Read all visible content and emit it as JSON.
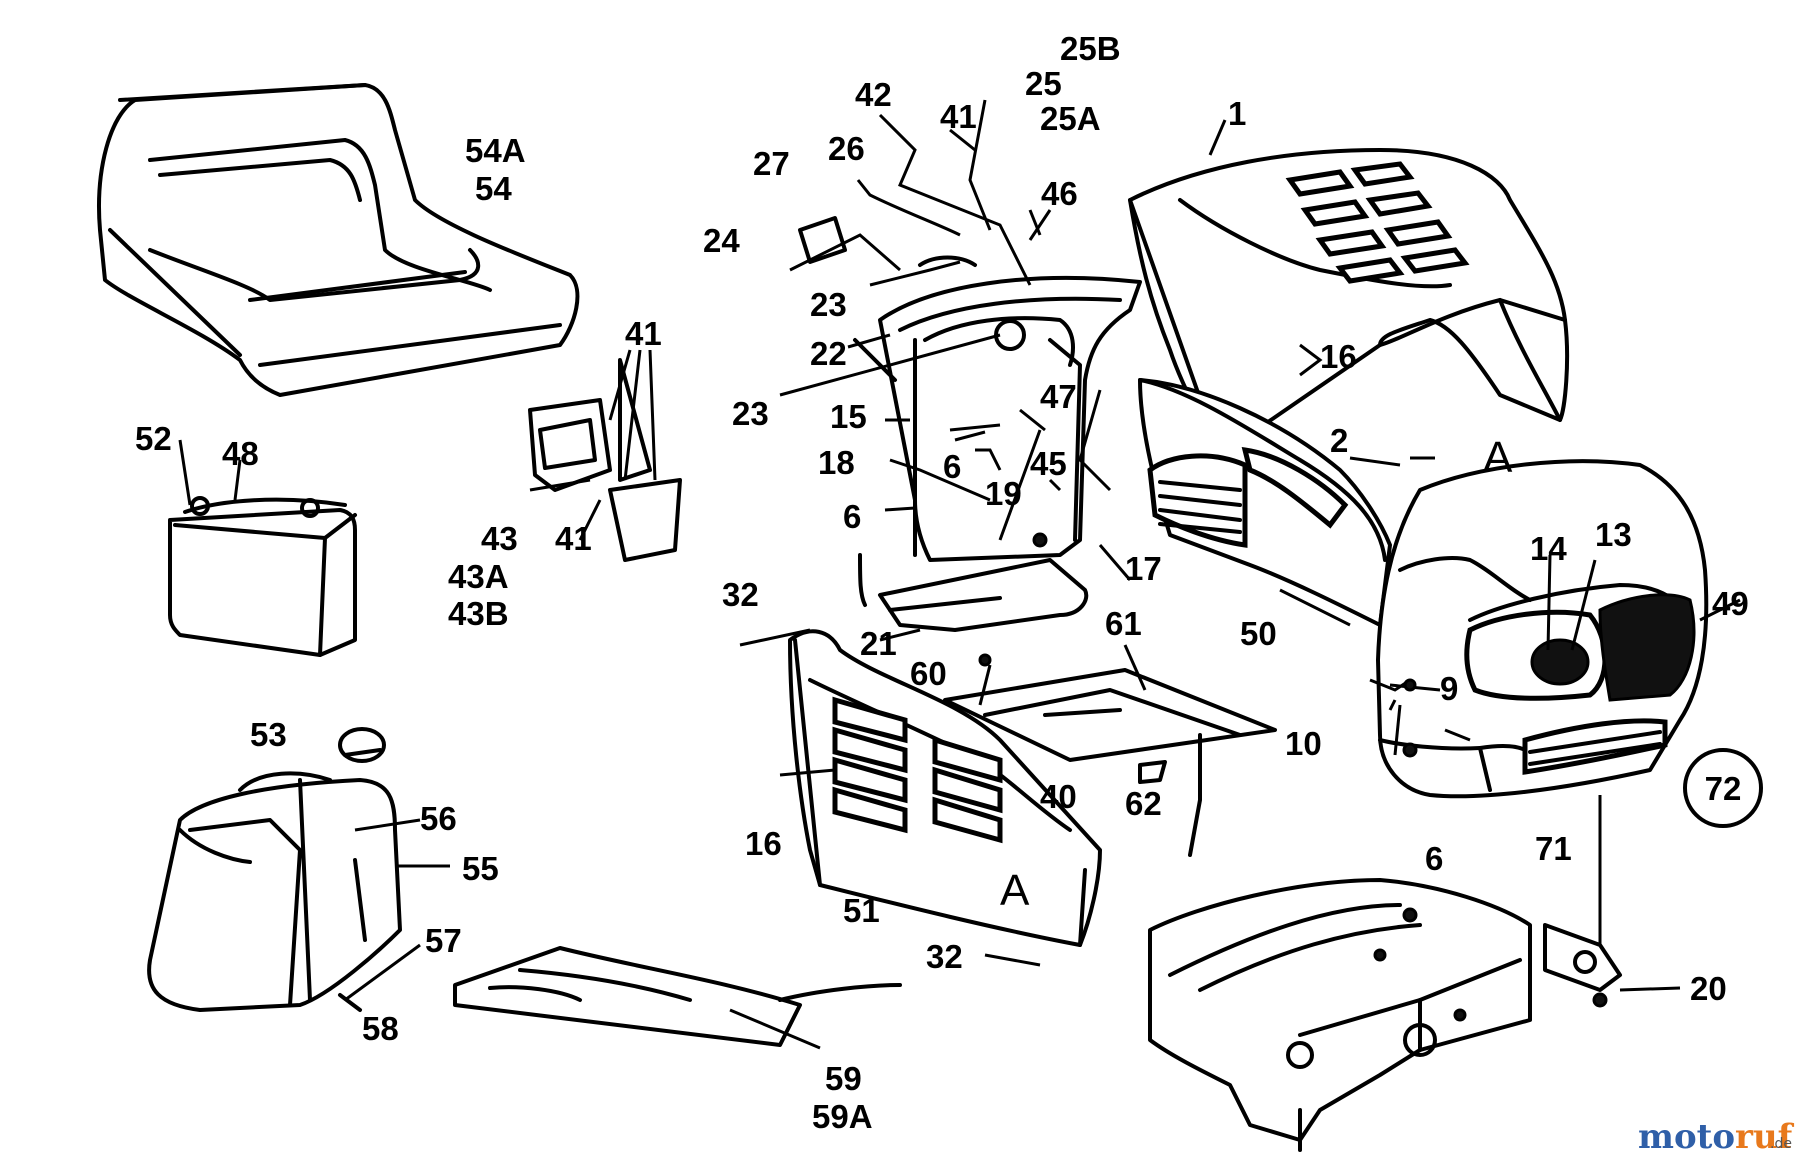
{
  "diagram": {
    "part_labels": {
      "p1": "1",
      "p2": "2",
      "p6a": "6",
      "p6b": "6",
      "p6c": "6",
      "p9": "9",
      "p10": "10",
      "p13": "13",
      "p14": "14",
      "p15": "15",
      "p16a": "16",
      "p16b": "16",
      "p17": "17",
      "p18": "18",
      "p19": "19",
      "p20": "20",
      "p21": "21",
      "p22": "22",
      "p23a": "23",
      "p23b": "23",
      "p24": "24",
      "p25": "25",
      "p25A": "25A",
      "p25B": "25B",
      "p26": "26",
      "p27": "27",
      "p32a": "32",
      "p32b": "32",
      "p40": "40",
      "p41a": "41",
      "p41b": "41",
      "p41c": "41",
      "p42": "42",
      "p43": "43",
      "p43A": "43A",
      "p43B": "43B",
      "p45": "45",
      "p46": "46",
      "p47": "47",
      "p48": "48",
      "p49": "49",
      "p50": "50",
      "p51": "51",
      "p52": "52",
      "p53": "53",
      "p54": "54",
      "p54A": "54A",
      "p55": "55",
      "p56": "56",
      "p57": "57",
      "p58": "58",
      "p59": "59",
      "p59A": "59A",
      "p60": "60",
      "p61": "61",
      "p62": "62",
      "p71": "71"
    },
    "reference_marks": {
      "a1": "A",
      "a2": "A"
    },
    "page_number": "72"
  },
  "watermark": {
    "brand_part1": "moto",
    "brand_part2": "ruf",
    "tld": ".de",
    "colors": {
      "part1": "#2f5fa8",
      "part2": "#e8791c"
    }
  }
}
